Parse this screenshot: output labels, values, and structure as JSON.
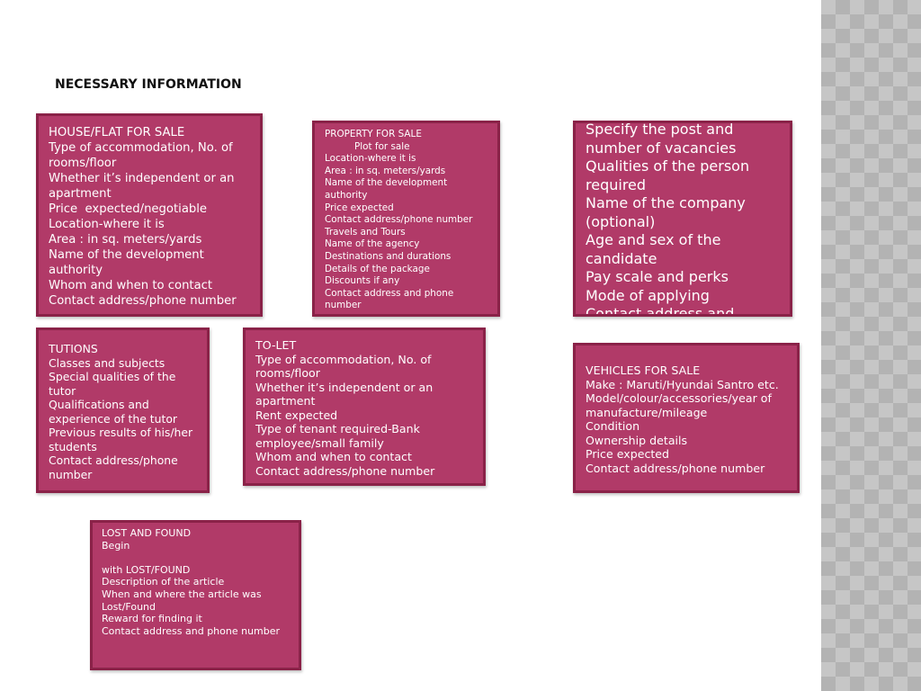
{
  "page": {
    "title": "NECESSARY INFORMATION",
    "colors": {
      "box_fill": "#b13a68",
      "box_border": "#8a2248",
      "text": "#ffffff"
    }
  },
  "boxes": {
    "house": [
      "HOUSE/FLAT FOR SALE",
      "Type of accommodation, No. of rooms/floor",
      "Whether it’s independent or an apartment",
      "Price  expected/negotiable",
      "Location-where it is",
      "Area : in sq. meters/yards",
      "Name of the development authority",
      "Whom and when to contact",
      "Contact address/phone number"
    ],
    "property": [
      "PROPERTY FOR SALE",
      "          Plot for sale",
      "Location-where it is",
      "Area : in sq. meters/yards",
      "Name of the development authority",
      "Price expected",
      "Contact address/phone number",
      "Travels and Tours",
      "Name of the agency",
      "Destinations and durations",
      "Details of the package",
      "Discounts if any",
      "Contact address and phone number"
    ],
    "jobs": [
      "Specify the post and number of vacancies",
      "Qualities of the person required",
      "Name of the company (optional)",
      "Age and sex of the candidate",
      "Pay scale and perks",
      "Mode of applying",
      "Contact address and"
    ],
    "tutions": [
      "TUTIONS",
      "Classes and subjects",
      "Special qualities of the tutor",
      "Qualifications and experience of the tutor",
      "Previous results of his/her students",
      "Contact address/phone number"
    ],
    "tolet": [
      "TO-LET",
      "Type of accommodation, No. of rooms/floor",
      "Whether it’s independent or an apartment",
      "Rent expected",
      "Type of tenant required-Bank employee/small family",
      "Whom and when to contact",
      "Contact address/phone number"
    ],
    "vehicles": [
      "VEHICLES FOR SALE",
      "Make : Maruti/Hyundai Santro etc.",
      "Model/colour/accessories/year of manufacture/mileage",
      "Condition",
      "Ownership details",
      "Price expected",
      "Contact address/phone number"
    ],
    "lost": [
      "LOST AND FOUND",
      "Begin",
      "",
      "with LOST/FOUND",
      "Description of the article",
      "When and where the article was Lost/Found",
      "Reward for finding it",
      "Contact address and phone number"
    ]
  }
}
